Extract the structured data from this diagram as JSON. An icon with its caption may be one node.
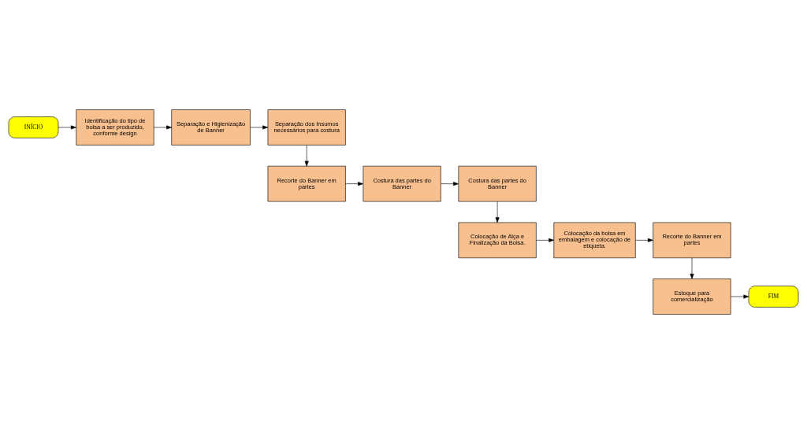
{
  "diagram": {
    "nodes": [
      {
        "text": [
          "INÍCIO"
        ]
      },
      {
        "text": [
          "Identificação do tipo de bolsa a ser produzido, conforme design"
        ]
      },
      {
        "text": [
          "Separação e Higienização de Banner"
        ]
      },
      {
        "text": [
          "Separação dos Insumos necessários para costura"
        ]
      },
      {
        "text": [
          "Recorte do Banner em partes"
        ]
      },
      {
        "text": [
          "Costura das partes do Banner"
        ]
      },
      {
        "text": [
          "Costura das partes do Banner"
        ]
      },
      {
        "text": [
          "Colocação de Alça e Finalização da Bolsa."
        ]
      },
      {
        "text": [
          "Colocação da bolsa em embalagem e colocação de etiqueta."
        ]
      },
      {
        "text": [
          "Recorte do Banner em partes"
        ]
      },
      {
        "text": [
          "Estoque para comercialização"
        ]
      },
      {
        "text": [
          "FIM"
        ]
      }
    ],
    "edges": [
      {
        "from": 0,
        "to": 1,
        "arrow": "to"
      },
      {
        "from": 1,
        "to": 2,
        "arrow": "to"
      },
      {
        "from": 2,
        "to": 3,
        "arrow": "to"
      },
      {
        "from": 3,
        "to": 4,
        "arrow": "to"
      },
      {
        "from": 4,
        "to": 5,
        "arrow": "to"
      },
      {
        "from": 5,
        "to": 6,
        "arrow": "to"
      },
      {
        "from": 6,
        "to": 7,
        "arrow": "to"
      },
      {
        "from": 7,
        "to": 8,
        "arrow": "to"
      },
      {
        "from": 8,
        "to": 9,
        "arrow": "to"
      },
      {
        "from": 9,
        "to": 10,
        "arrow": "to"
      },
      {
        "from": 10,
        "to": 11,
        "arrow": "to"
      }
    ]
  }
}
